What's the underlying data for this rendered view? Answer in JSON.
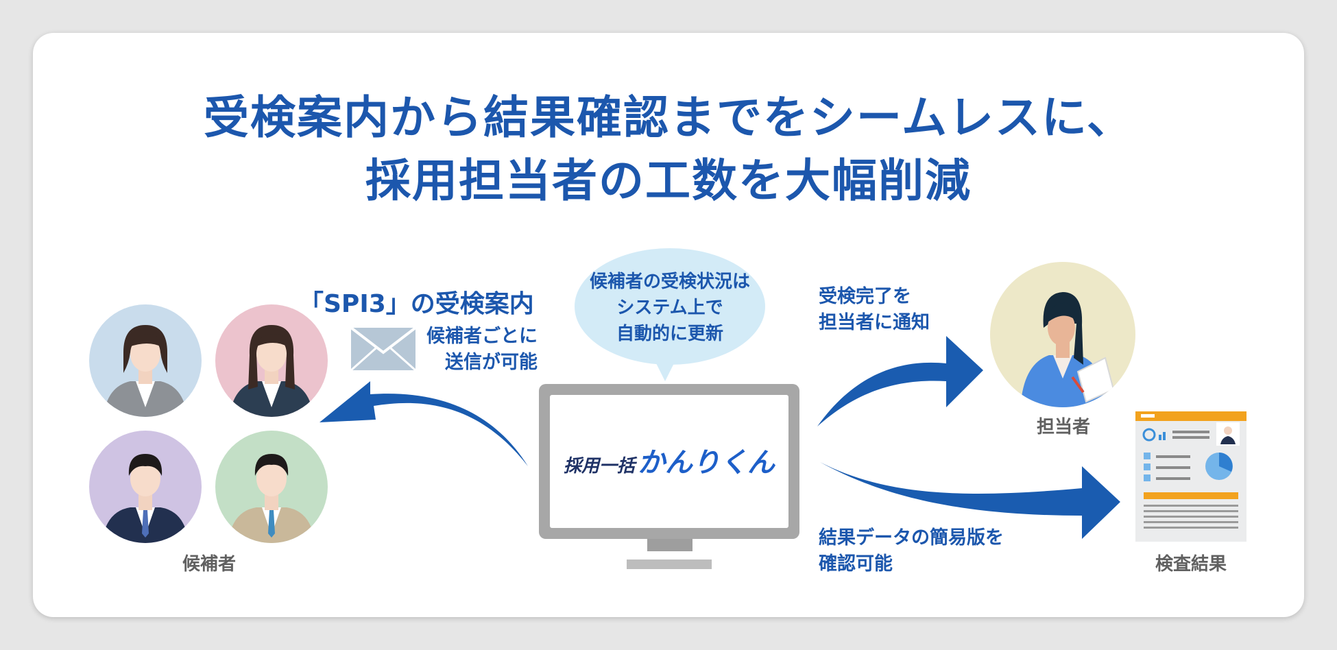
{
  "title": {
    "line1": "受検案内から結果確認までをシームレスに、",
    "line2": "採用担当者の工数を大幅削減"
  },
  "left": {
    "heading": "「SPI3」の受検案内",
    "sub_line1": "候補者ごとに",
    "sub_line2": "送信が可能",
    "group_label": "候補者"
  },
  "center": {
    "bubble_line1": "候補者の受検状況は",
    "bubble_line2": "システム上で",
    "bubble_line3": "自動的に更新",
    "logo_part1": "採用一括",
    "logo_part2": "かんりくん"
  },
  "right": {
    "notify_line1": "受検完了を",
    "notify_line2": "担当者に通知",
    "manager_label": "担当者",
    "result_line1": "結果データの簡易版を",
    "result_line2": "確認可能",
    "report_label": "検査結果"
  },
  "colors": {
    "accent_blue": "#1c57ad",
    "arrow_blue": "#1a5cb0",
    "bubble_bg": "#d3ebf7",
    "label_gray": "#606060"
  },
  "icons": [
    "envelope-icon",
    "arrow-left-icon",
    "arrow-right-up-icon",
    "arrow-right-down-icon",
    "report-icon",
    "candidate-avatar",
    "manager-avatar"
  ]
}
